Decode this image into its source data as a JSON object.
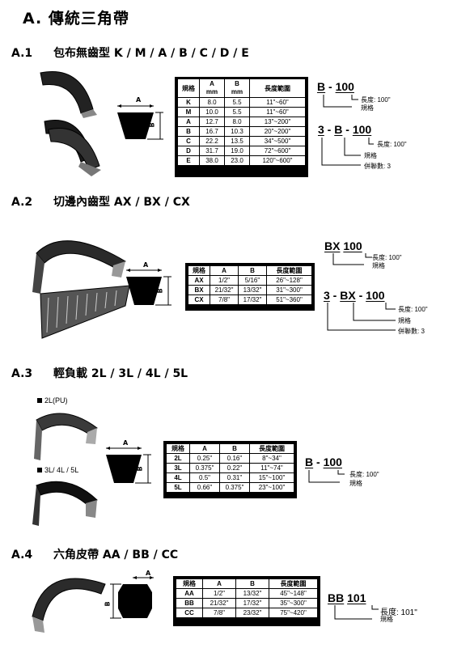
{
  "title": "A.  傳統三角帶",
  "sections": [
    {
      "num": "A.1",
      "name": "包布無齒型  K / M / A / B / C / D / E",
      "table": {
        "headers": [
          "規格",
          "A\nmm",
          "B\nmm",
          "長度範圍"
        ],
        "rows": [
          [
            "K",
            "8.0",
            "5.5",
            "11\"~60\""
          ],
          [
            "M",
            "10.0",
            "5.5",
            "11\"~60\""
          ],
          [
            "A",
            "12.7",
            "8.0",
            "13\"~200\""
          ],
          [
            "B",
            "16.7",
            "10.3",
            "20\"~200\""
          ],
          [
            "C",
            "22.2",
            "13.5",
            "34\"~500\""
          ],
          [
            "D",
            "31.7",
            "19.0",
            "72\"~600\""
          ],
          [
            "E",
            "38.0",
            "23.0",
            "120\"~600\""
          ]
        ]
      },
      "code1": {
        "spec": "B",
        "sep": " - ",
        "len": "100",
        "len_note": "長度: 100\"",
        "spec_note": "規格"
      },
      "code2": {
        "count": "3",
        "spec": "B",
        "len": "100",
        "len_note": "長度: 100\"",
        "spec_note": "規格",
        "count_note": "併聯數: 3"
      }
    },
    {
      "num": "A.2",
      "name": "切邊內齒型  AX / BX / CX",
      "table": {
        "headers": [
          "規格",
          "A",
          "B",
          "長度範圍"
        ],
        "rows": [
          [
            "AX",
            "1/2\"",
            "5/16\"",
            "26\"~128\""
          ],
          [
            "BX",
            "21/32\"",
            "13/32\"",
            "31\"~300\""
          ],
          [
            "CX",
            "7/8\"",
            "17/32\"",
            "51\"~360\""
          ]
        ]
      },
      "code1": {
        "spec": "BX",
        "len": "100",
        "len_note": "長度: 100\"",
        "spec_note": "規格"
      },
      "code2": {
        "count": "3",
        "spec": "BX",
        "len": "100",
        "len_note": "長度: 100\"",
        "spec_note": "規格",
        "count_note": "併聯數: 3"
      }
    },
    {
      "num": "A.3",
      "name": "輕負載  2L / 3L / 4L / 5L",
      "label_pu": "2L(PU)",
      "label_l": "3L/ 4L / 5L",
      "table": {
        "headers": [
          "規格",
          "A",
          "B",
          "長度範圍"
        ],
        "rows": [
          [
            "2L",
            "0.25\"",
            "0.16\"",
            "8\"~34\""
          ],
          [
            "3L",
            "0.375\"",
            "0.22\"",
            "11\"~74\""
          ],
          [
            "4L",
            "0.5\"",
            "0.31\"",
            "15\"~100\""
          ],
          [
            "5L",
            "0.66\"",
            "0.375\"",
            "23\"~100\""
          ]
        ]
      },
      "code1": {
        "spec": "B",
        "len": "100",
        "len_note": "長度: 100\"",
        "spec_note": "規格"
      }
    },
    {
      "num": "A.4",
      "name": "六角皮帶  AA / BB / CC",
      "table": {
        "headers": [
          "規格",
          "A",
          "B",
          "長度範圍"
        ],
        "rows": [
          [
            "AA",
            "1/2\"",
            "13/32\"",
            "45\"~148\""
          ],
          [
            "BB",
            "21/32\"",
            "17/32\"",
            "35\"~300\""
          ],
          [
            "CC",
            "7/8\"",
            "23/32\"",
            "75\"~420\""
          ]
        ]
      },
      "code1": {
        "spec": "BB",
        "len": "101",
        "len_note": "長度: 101\"",
        "spec_note": "規格"
      }
    }
  ],
  "dim_labels": {
    "a": "A",
    "b": "B"
  }
}
